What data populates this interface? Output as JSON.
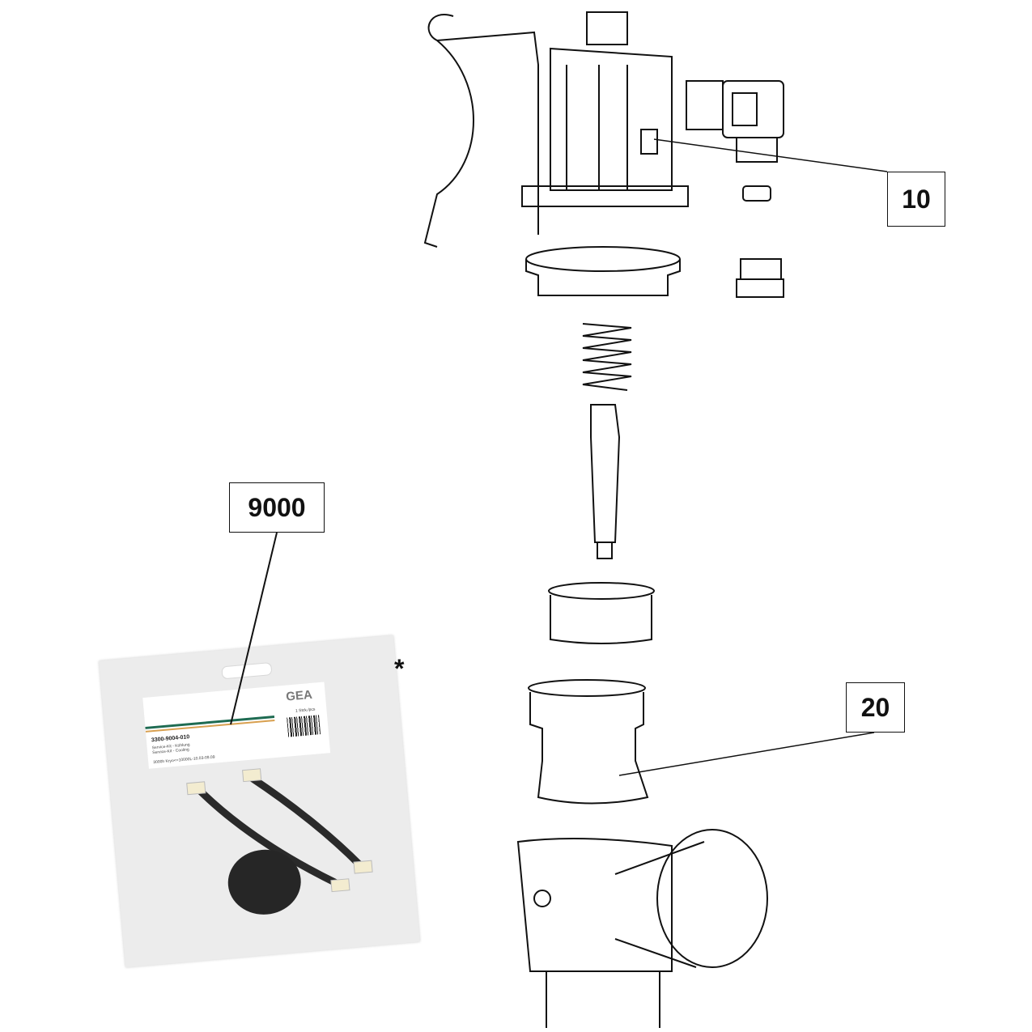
{
  "callouts": {
    "part_10": "10",
    "part_20": "20",
    "part_9000": "9000"
  },
  "asterisk": "*",
  "service_kit": {
    "logo": "GEA",
    "quantity": "1  Stck./pcs",
    "part_number": "3300-9004-010",
    "desc_de": "Service-Kit - Kühlung",
    "desc_en": "Service-Kit - Cooling",
    "spec": "3000h Kryo<=10000L-10.03-09.09"
  },
  "colors": {
    "line": "#111111",
    "stripe_green": "#1e6b52",
    "stripe_orange": "#d8a050"
  }
}
